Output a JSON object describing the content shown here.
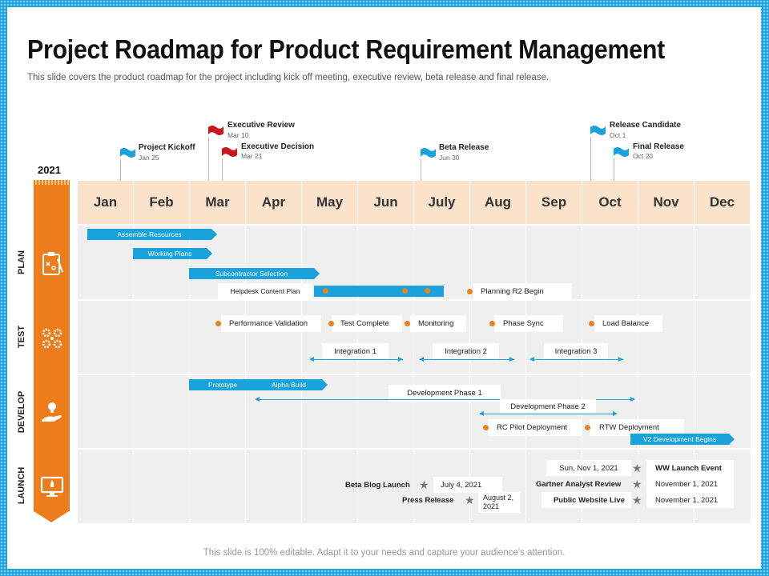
{
  "title": "Project Roadmap for Product Requirement Management",
  "subtitle": "This slide covers the product roadmap for the project including kick off meeting, executive review,  beta release  and final release.",
  "footer": "This slide is 100% editable. Adapt it to your needs and capture your audience's attention.",
  "year": "2021",
  "colors": {
    "accent_orange": "#ed7d1c",
    "accent_blue": "#1aa2dc",
    "flag_red": "#c8171e",
    "header_fill": "#fbe3cb"
  },
  "months": [
    "Jan",
    "Feb",
    "Mar",
    "Apr",
    "May",
    "Jun",
    "July",
    "Aug",
    "Sep",
    "Oct",
    "Nov",
    "Dec"
  ],
  "phases": [
    {
      "label": "PLAN",
      "icon": "planning-board-icon"
    },
    {
      "label": "TEST",
      "icon": "gears-icon"
    },
    {
      "label": "DEVELOP",
      "icon": "hand-bulb-icon"
    },
    {
      "label": "LAUNCH",
      "icon": "monitor-rocket-icon"
    }
  ],
  "milestones": [
    {
      "name": "Project Kickoff",
      "date": "Jan 25",
      "flag": "blue"
    },
    {
      "name": "Executive Review",
      "date": "Mar 10",
      "flag": "red"
    },
    {
      "name": "Executive Decision",
      "date": "Mar 21",
      "flag": "red"
    },
    {
      "name": "Beta Release",
      "date": "Jun 30",
      "flag": "blue"
    },
    {
      "name": "Release Candidate",
      "date": "Oct 1",
      "flag": "blue"
    },
    {
      "name": "Final Release",
      "date": "Oct 20",
      "flag": "blue"
    }
  ],
  "plan": {
    "assemble": "Assemble Resources",
    "working": "Working Plans",
    "subcontractor": "Subcontractor Selection",
    "helpdesk": "Helpdesk Content Plan",
    "r2": "Planning R2 Begin"
  },
  "test": {
    "perf": "Performance Validation",
    "complete": "Test Complete",
    "monitoring": "Monitoring",
    "phasesync": "Phase Sync",
    "load": "Load Balance",
    "int1": "Integration 1",
    "int2": "Integration 2",
    "int3": "Integration 3"
  },
  "develop": {
    "prototype": "Prototype",
    "alpha": "Alpha Build",
    "dev1": "Development Phase 1",
    "dev2": "Development Phase 2",
    "rcpilot": "RC Pilot Deployment",
    "rtw": "RTW Deployment",
    "v2": "V2 Development Begins"
  },
  "launch": {
    "beta_blog": "Beta Blog Launch",
    "beta_blog_date": "July 4, 2021",
    "press": "Press Release",
    "press_date": "August 2, 2021",
    "ww_date": "Sun, Nov 1, 2021",
    "ww": "WW Launch Event",
    "gartner": "Gartner Analyst Review",
    "gartner_date": "November 1, 2021",
    "public": "Public Website Live",
    "public_date": "November 1, 2021"
  }
}
